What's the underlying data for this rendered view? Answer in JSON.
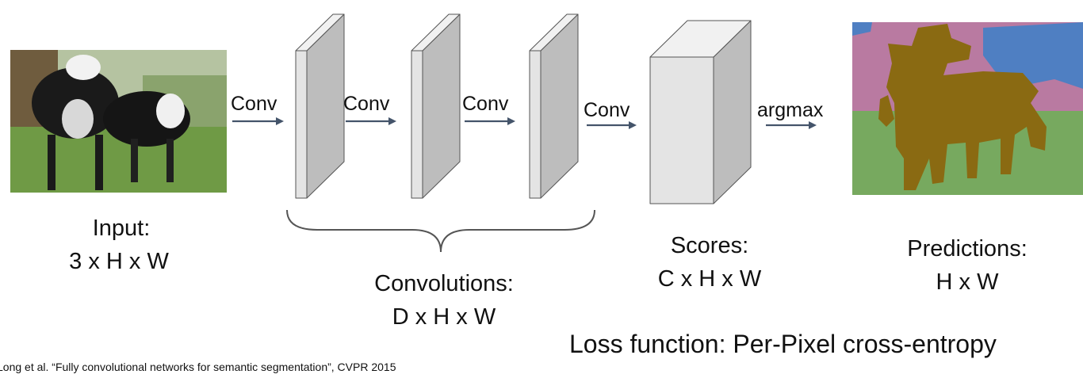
{
  "arrow_labels": [
    "Conv",
    "Conv",
    "Conv",
    "Conv",
    "argmax"
  ],
  "input": {
    "title": "Input:",
    "dims": "3 x H x W"
  },
  "convolutions": {
    "title": "Convolutions:",
    "dims": "D x H x W"
  },
  "scores": {
    "title": "Scores:",
    "dims": "C x H x W"
  },
  "predictions": {
    "title": "Predictions:",
    "dims": "H x W"
  },
  "loss": "Loss function: Per-Pixel cross-entropy",
  "citation": "Long et al. “Fully convolutional networks for semantic segmentation”, CVPR 2015",
  "colors": {
    "slab_front": "#e4e4e4",
    "slab_side": "#bdbdbd",
    "slab_top": "#f1f1f1",
    "outline": "#555555",
    "arrow": "#44546a",
    "seg_cow": "#8a6a12",
    "seg_grass": "#77a95f",
    "seg_sky": "#4f7fc2",
    "seg_building": "#b97aa1"
  }
}
